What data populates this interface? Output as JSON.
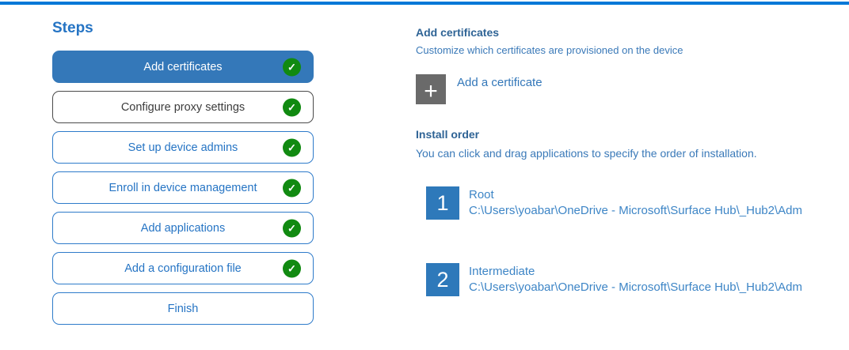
{
  "app": {
    "accent_color": "#0078d7",
    "check_glyph": "✓",
    "plus_glyph": "+"
  },
  "steps_panel": {
    "title": "Steps",
    "steps": [
      {
        "label": "Add certificates",
        "state": "active",
        "completed": true
      },
      {
        "label": "Configure proxy settings",
        "state": "outline-dark",
        "completed": true
      },
      {
        "label": "Set up device admins",
        "state": "outline-blue",
        "completed": true
      },
      {
        "label": "Enroll in device management",
        "state": "outline-blue",
        "completed": true
      },
      {
        "label": "Add applications",
        "state": "outline-blue",
        "completed": true
      },
      {
        "label": "Add a configuration file",
        "state": "outline-blue",
        "completed": true
      },
      {
        "label": "Finish",
        "state": "outline-blue",
        "completed": false
      }
    ]
  },
  "main_panel": {
    "section_title": "Add certificates",
    "section_subtitle": "Customize which certificates are provisioned on the device",
    "add_certificate_label": "Add a certificate",
    "install_order": {
      "title": "Install order",
      "description": "You can click and drag applications to specify the order of installation.",
      "items": [
        {
          "order": "1",
          "name": "Root",
          "path": "C:\\Users\\yoabar\\OneDrive - Microsoft\\Surface Hub\\_Hub2\\Adm"
        },
        {
          "order": "2",
          "name": "Intermediate",
          "path": "C:\\Users\\yoabar\\OneDrive - Microsoft\\Surface Hub\\_Hub2\\Adm"
        }
      ]
    }
  }
}
